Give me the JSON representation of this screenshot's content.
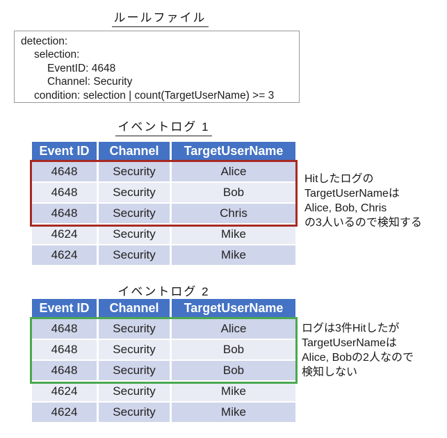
{
  "colors": {
    "header_bg": "#4472c4",
    "header_text": "#ffffff",
    "row_band_a": "#cfd5ea",
    "row_band_b": "#e9ebf5",
    "highlight_red": "#a62a22",
    "highlight_green": "#4aa850"
  },
  "rule_file": {
    "title": "ルールファイル",
    "lines": [
      "detection:",
      "selection:",
      "EventID: 4648",
      "Channel: Security",
      "condition: selection | count(TargetUserName) >= 3"
    ]
  },
  "event_log_1": {
    "title": "イベントログ 1",
    "columns": [
      "Event ID",
      "Channel",
      "TargetUserName"
    ],
    "rows": [
      [
        "4648",
        "Security",
        "Alice"
      ],
      [
        "4648",
        "Security",
        "Bob"
      ],
      [
        "4648",
        "Security",
        "Chris"
      ],
      [
        "4624",
        "Security",
        "Mike"
      ],
      [
        "4624",
        "Security",
        "Mike"
      ]
    ],
    "annotation_lines": [
      "Hitしたログの",
      "TargetUserNameは",
      "Alice, Bob, Chris",
      "の3人いるので検知する"
    ]
  },
  "event_log_2": {
    "title": "イベントログ 2",
    "columns": [
      "Event ID",
      "Channel",
      "TargetUserName"
    ],
    "rows": [
      [
        "4648",
        "Security",
        "Alice"
      ],
      [
        "4648",
        "Security",
        "Bob"
      ],
      [
        "4648",
        "Security",
        "Bob"
      ],
      [
        "4624",
        "Security",
        "Mike"
      ],
      [
        "4624",
        "Security",
        "Mike"
      ]
    ],
    "annotation_lines": [
      "ログは3件Hitしたが",
      "TargetUserNameは",
      "Alice, Bobの2人なので",
      "検知しない"
    ]
  }
}
